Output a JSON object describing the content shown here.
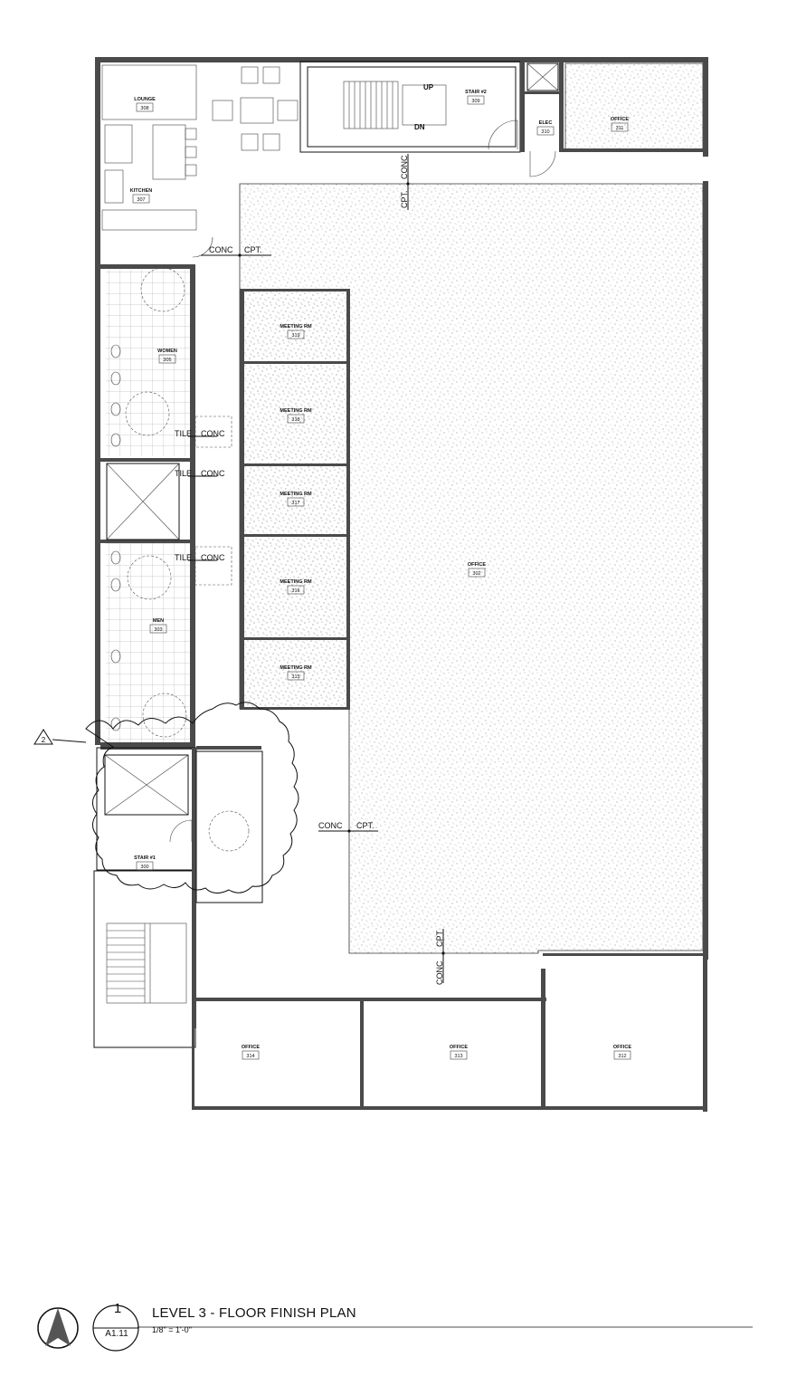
{
  "rooms": [
    {
      "name": "LOUNGE",
      "number": "308"
    },
    {
      "name": "KITCHEN",
      "number": "307"
    },
    {
      "name": "STAIR #2",
      "number": "309"
    },
    {
      "name": "ELEC",
      "number": "310"
    },
    {
      "name": "OFFICE",
      "number": "311"
    },
    {
      "name": "WOMEN",
      "number": "305"
    },
    {
      "name": "MEN",
      "number": "303"
    },
    {
      "name": "MEETING RM",
      "number": "319"
    },
    {
      "name": "MEETING RM",
      "number": "318"
    },
    {
      "name": "MEETING RM",
      "number": "317"
    },
    {
      "name": "MEETING RM",
      "number": "316"
    },
    {
      "name": "MEETING RM",
      "number": "315"
    },
    {
      "name": "OFFICE",
      "number": "302"
    },
    {
      "name": "STAIR #1",
      "number": "300"
    },
    {
      "name": "OFFICE",
      "number": "314"
    },
    {
      "name": "OFFICE",
      "number": "313"
    },
    {
      "name": "OFFICE",
      "number": "312"
    }
  ],
  "stair_labels": {
    "up": "UP",
    "down": "DN"
  },
  "finish_labels": {
    "conc": "CONC",
    "cpt": "CPT.",
    "cpt_no_dot": "CPT",
    "tile": "TILE"
  },
  "revision": {
    "number": "2"
  },
  "title_block": {
    "drawing_number": "1",
    "title": "LEVEL 3 - FLOOR FINISH PLAN",
    "sheet": "A1.11",
    "scale": "1/8\" = 1'-0\""
  },
  "colors": {
    "wall": "#4a4a4a",
    "line": "#111111",
    "stipple": "#6a6a6a"
  }
}
